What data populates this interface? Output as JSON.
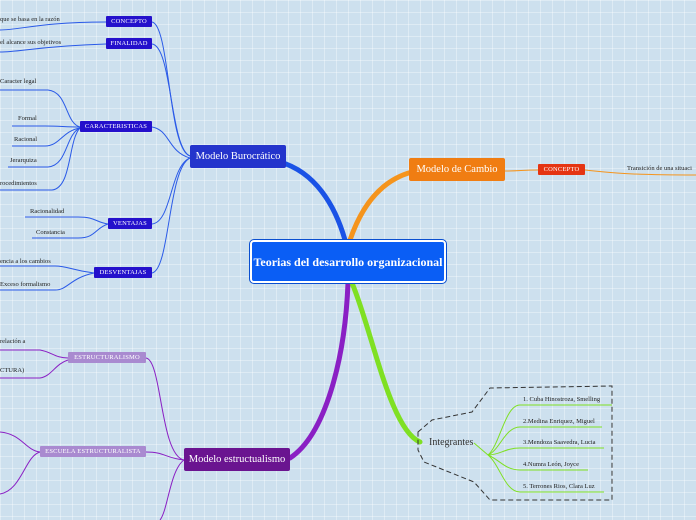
{
  "central": {
    "title": "Teorias del desarrollo organizacional"
  },
  "burocratico": {
    "title": "Modelo Burocrático",
    "concepto": {
      "label": "CONCEPTO",
      "text": "que se basa en la razón"
    },
    "finalidad": {
      "label": "FINALIDAD",
      "text": "el alcance sus objetivos"
    },
    "caracteristicas": {
      "label": "CARACTERISTICAS",
      "items": [
        "Caracter legal",
        "Formal",
        "Racional",
        "Jerarquiza",
        "rocedimientos"
      ]
    },
    "ventajas": {
      "label": "VENTAJAS",
      "items": [
        "Racionalidad",
        "Constancia"
      ]
    },
    "desventajas": {
      "label": "DESVENTAJAS",
      "items": [
        "encia a los cambios",
        "Exceso formalismo"
      ]
    }
  },
  "cambio": {
    "title": "Modelo de Cambio",
    "concepto": {
      "label": "CONCEPTO",
      "text": "Transición de una situaci"
    }
  },
  "estructualismo": {
    "title": "Modelo estructualismo",
    "estructuralismo": {
      "label": "ESTRUCTURALISMO",
      "items": [
        "relación a",
        "CTURA)"
      ]
    },
    "escuela": {
      "label": "ESCUELA ESTRUCTURALISTA"
    }
  },
  "integrantes": {
    "title": "Integrantes",
    "members": [
      "1. Cuba Hinostroza, Smelling",
      "2.Medina Enriquez, Miguel",
      "3.Mendoza Saavedra, Lucia",
      "4.Numra León, Joyce",
      "5. Terrones Rios, Clara Luz"
    ]
  },
  "colors": {
    "central": "#0a5ef5",
    "burocratico": "#1a3fd6",
    "cambio": "#f07d12",
    "estructualismo": "#6a1490",
    "integrantes": "#78d82a",
    "tag_blue": "#2410cc",
    "tag_red": "#e53412",
    "tag_lilac": "#a98ad0"
  }
}
